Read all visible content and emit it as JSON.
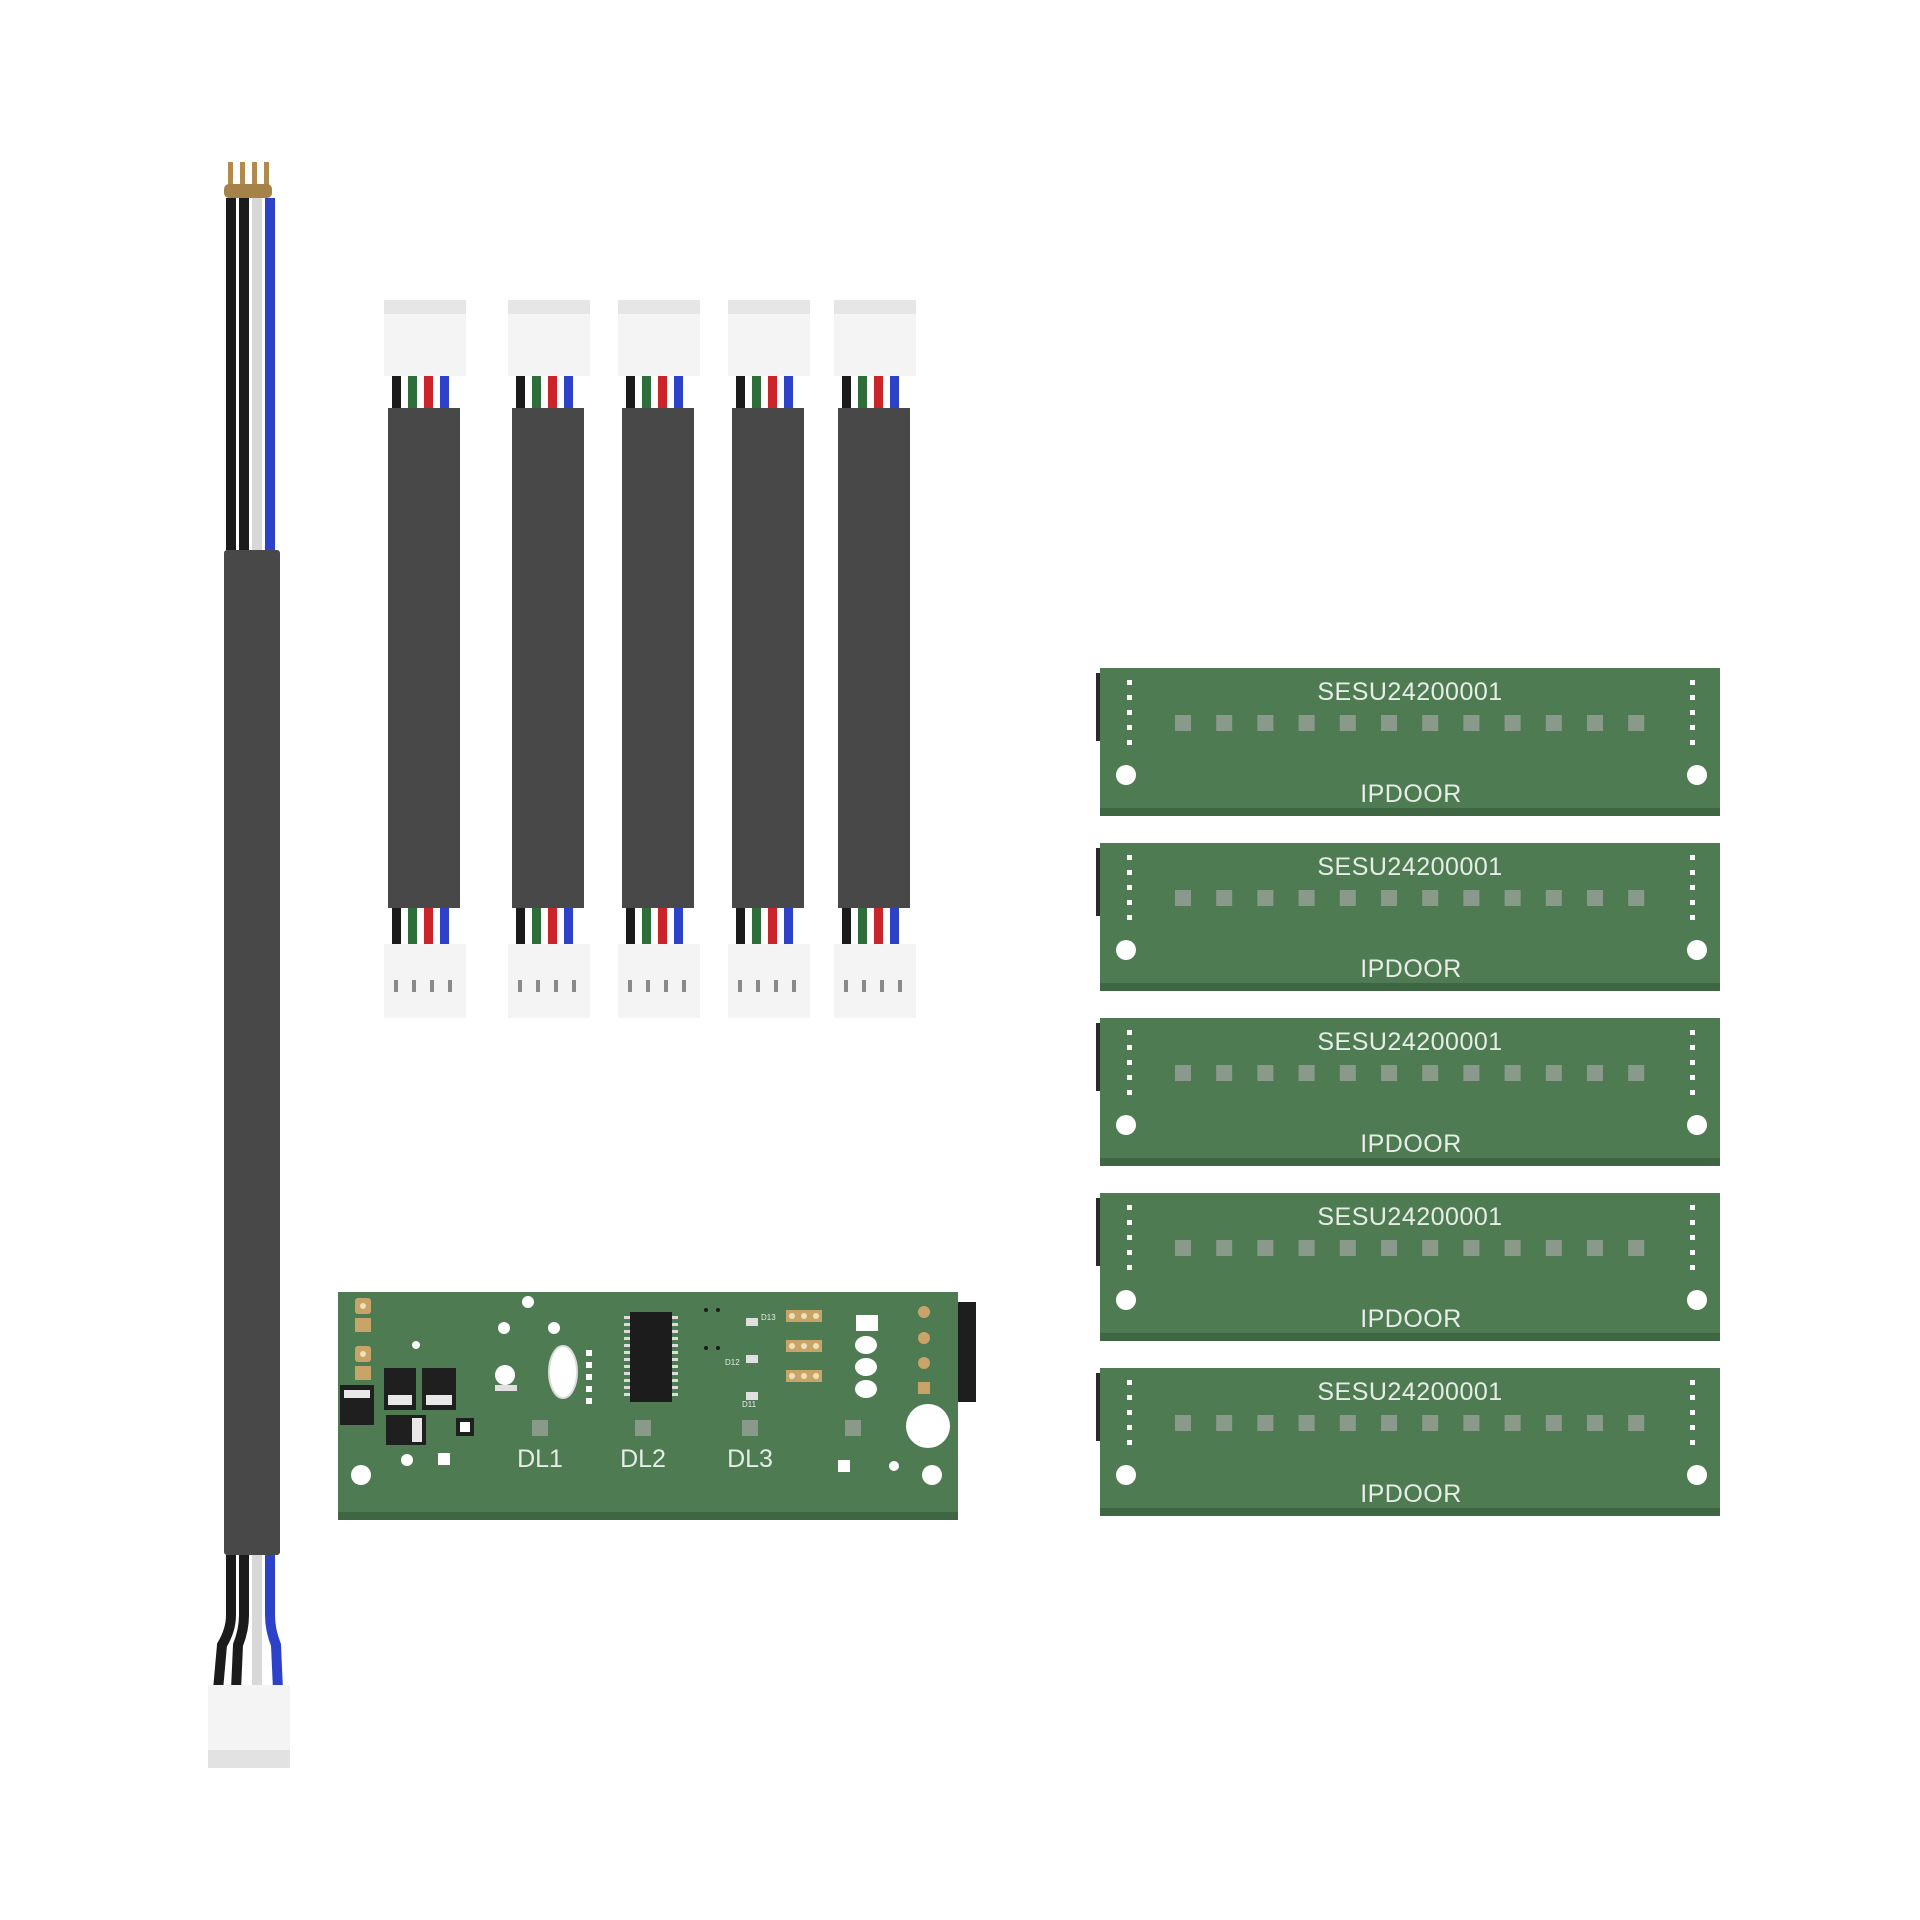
{
  "colors": {
    "background": "#ffffff",
    "cable_jacket": "#484848",
    "pcb": "#4f7b53",
    "connector": "#f4f4f4",
    "wire_black": "#1b1b1b",
    "wire_green": "#2e6e3a",
    "wire_red": "#c9252b",
    "wire_blue": "#2d42c8",
    "wire_white": "#d8d8d8",
    "pin_gold": "#b08a4e"
  },
  "led_boards": [
    {
      "serial": "SESU24200001",
      "brand": "IPDOOR"
    },
    {
      "serial": "SESU24200001",
      "brand": "IPDOOR"
    },
    {
      "serial": "SESU24200001",
      "brand": "IPDOOR"
    },
    {
      "serial": "SESU24200001",
      "brand": "IPDOOR"
    },
    {
      "serial": "SESU24200001",
      "brand": "IPDOOR"
    }
  ],
  "controller": {
    "leds": [
      {
        "label": "DL1"
      },
      {
        "label": "DL2"
      },
      {
        "label": "DL3"
      }
    ],
    "tiny_labels": [
      "D13",
      "D12",
      "D11"
    ]
  }
}
